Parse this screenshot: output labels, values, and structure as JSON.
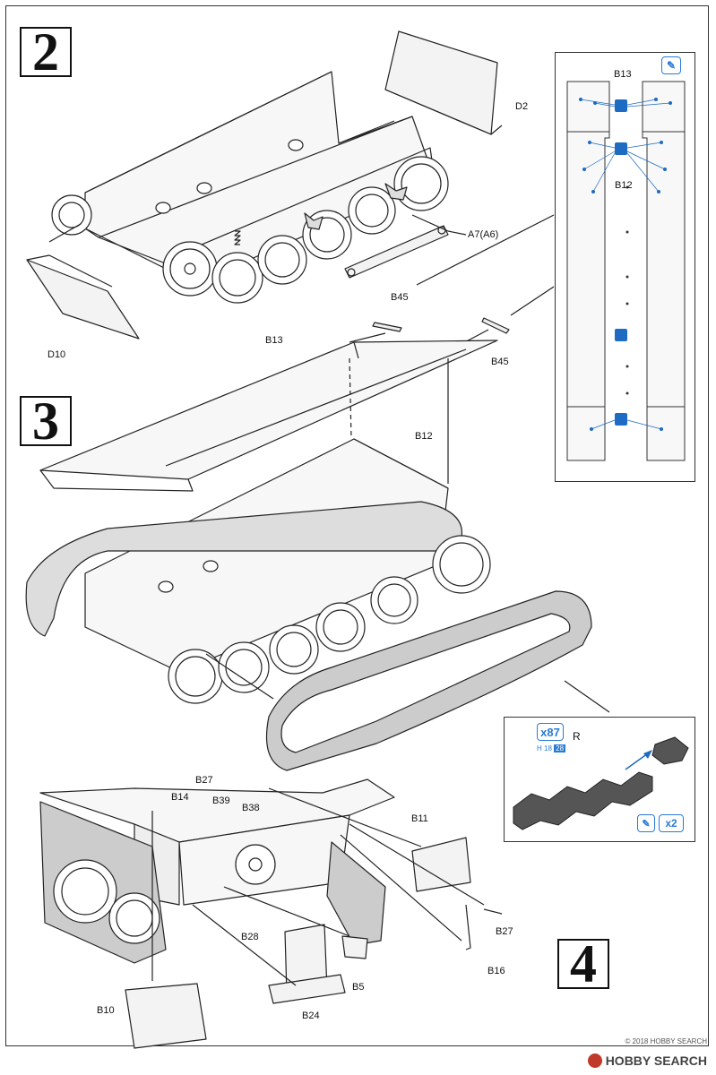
{
  "steps": [
    {
      "number": "2"
    },
    {
      "number": "3"
    },
    {
      "number": "4"
    }
  ],
  "labels": {
    "D2": "D2",
    "A7": "A7(A6)",
    "D10": "D10",
    "B45_left": "B45",
    "B45_right": "B45",
    "B13": "B13",
    "B12": "B12",
    "inset_B13": "B13",
    "inset_B12": "B12",
    "B27_top": "B27",
    "B14": "B14",
    "B39": "B39",
    "B38": "B38",
    "B11": "B11",
    "B28": "B28",
    "B27_bottom": "B27",
    "B16": "B16",
    "B5": "B5",
    "B10": "B10",
    "B24": "B24"
  },
  "track_inset": {
    "count": "x87",
    "color_h": "H 18",
    "color_code": "28",
    "side": "R",
    "glue_count": "x2"
  },
  "watermark": {
    "brand": "HOBBY SEARCH",
    "copyright": "© 2018 HOBBY SEARCH"
  },
  "colors": {
    "accent": "#2a7bd4",
    "line": "#222222"
  }
}
